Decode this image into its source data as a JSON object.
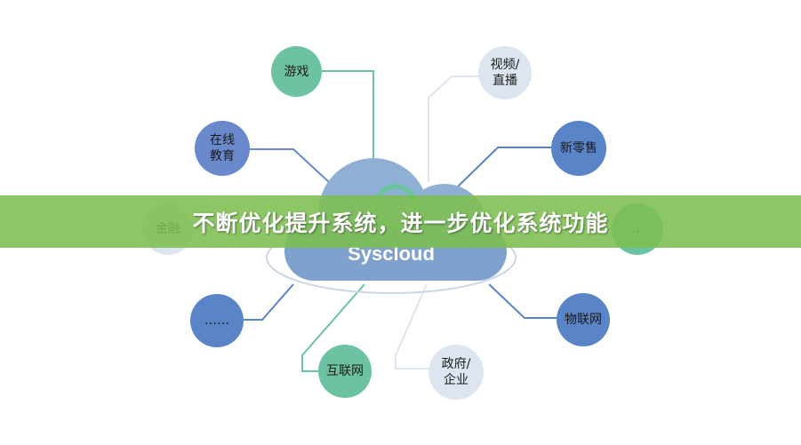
{
  "banner": {
    "title": "不断优化提升系统，进一步优化系统功能"
  },
  "center": {
    "label": "Syscloud"
  },
  "nodes": [
    {
      "id": "games",
      "label": "游戏",
      "color": "green"
    },
    {
      "id": "video",
      "label": "视频/\n直播",
      "color": "pale"
    },
    {
      "id": "edu",
      "label": "在线\n教育",
      "color": "blue"
    },
    {
      "id": "retail",
      "label": "新零售",
      "color": "mid"
    },
    {
      "id": "finance",
      "label": "金融",
      "color": "pale"
    },
    {
      "id": "more-right",
      "label": "…",
      "color": "green"
    },
    {
      "id": "more-left",
      "label": "……",
      "color": "mid"
    },
    {
      "id": "iot",
      "label": "物联网",
      "color": "mid"
    },
    {
      "id": "internet",
      "label": "互联网",
      "color": "green"
    },
    {
      "id": "gov",
      "label": "政府/\n企业",
      "color": "pale"
    }
  ],
  "colors": {
    "green": "#6cc3a1",
    "blue": "#6a89cc",
    "pale": "#dde6f0",
    "mid": "#5a84c8",
    "cloud_back": "#8fb0d4",
    "cloud_front": "#7fa1cd",
    "banner": "#7dbe50"
  }
}
